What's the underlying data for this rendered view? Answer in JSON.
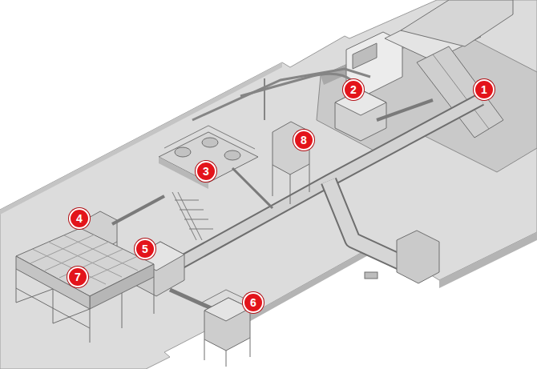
{
  "diagram": {
    "nodes": [
      {
        "text": [
          "2"
        ]
      },
      {
        "text": [
          "1"
        ]
      },
      {
        "text": [
          "8"
        ]
      },
      {
        "text": [
          "3"
        ]
      },
      {
        "text": [
          "4"
        ]
      },
      {
        "text": [
          "5"
        ]
      },
      {
        "text": [
          "7"
        ]
      },
      {
        "text": [
          "6"
        ]
      }
    ]
  }
}
